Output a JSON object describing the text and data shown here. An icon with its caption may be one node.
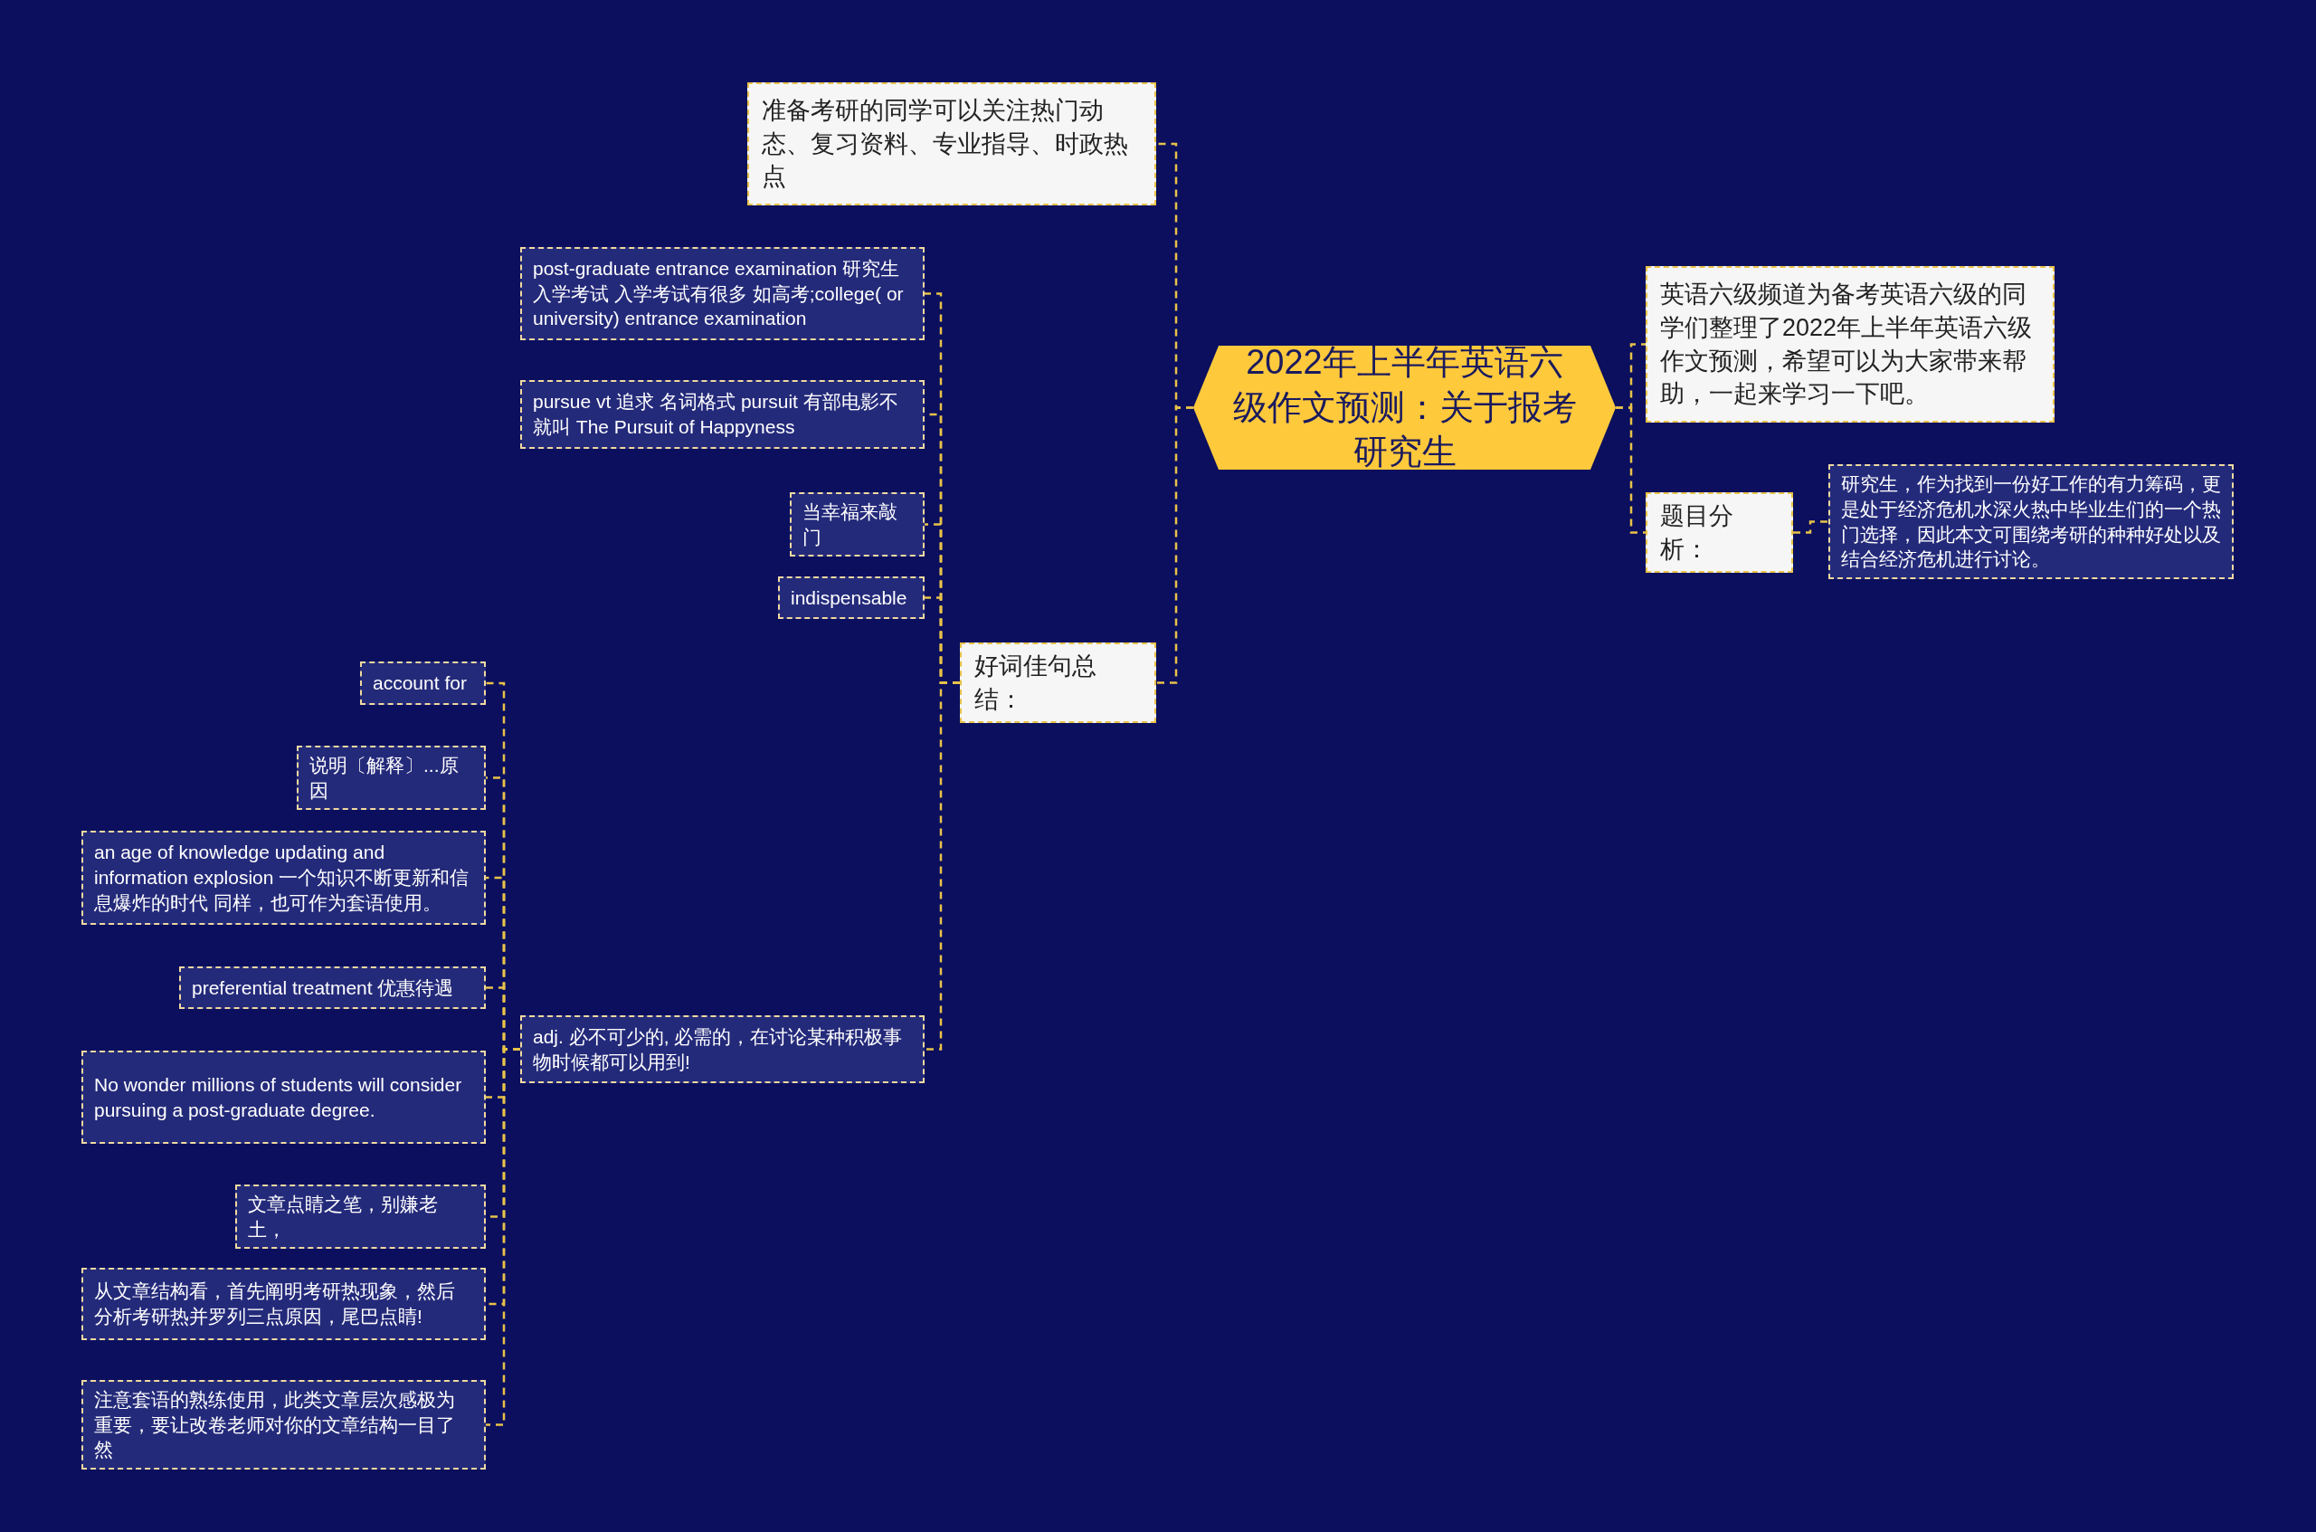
{
  "diagram": {
    "nodes": [
      {
        "text": [
          "2022年上半年英语六级作文预测：关于报考研究生"
        ]
      },
      {
        "text": [
          "准备考研的同学可以关注热门动态、复习资料、专业指导、时政热点"
        ]
      },
      {
        "text": [
          "好词佳句总结："
        ]
      },
      {
        "text": [
          "英语六级频道为备考英语六级的同学们整理了2022年上半年英语六级作文预测，希望可以为大家带来帮助，一起来学习一下吧。"
        ]
      },
      {
        "text": [
          "题目分析："
        ]
      },
      {
        "text": [
          "研究生，作为找到一份好工作的有力筹码，更是处于经济危机水深火热中毕业生们的一个热门选择，因此本文可围绕考研的种种好处以及结合经济危机进行讨论。"
        ]
      },
      {
        "text": [
          "post-graduate entrance examination 研究生入学考试 入学考试有很多 如高考;college( or university) entrance examination"
        ]
      },
      {
        "text": [
          "pursue vt 追求 名词格式 pursuit 有部电影不就叫 The Pursuit of Happyness"
        ]
      },
      {
        "text": [
          "当幸福来敲门"
        ]
      },
      {
        "text": [
          "indispensable"
        ]
      },
      {
        "text": [
          "adj. 必不可少的, 必需的，在讨论某种积极事物时候都可以用到!"
        ]
      },
      {
        "text": [
          "account for"
        ]
      },
      {
        "text": [
          "说明〔解释〕...原因"
        ]
      },
      {
        "text": [
          "an age of knowledge updating and information explosion 一个知识不断更新和信息爆炸的时代 同样，也可作为套语使用。"
        ]
      },
      {
        "text": [
          "preferential treatment 优惠待遇"
        ]
      },
      {
        "text": [
          "No wonder millions of students will consider pursuing a post-graduate degree."
        ]
      },
      {
        "text": [
          "文章点睛之笔，别嫌老土，"
        ]
      },
      {
        "text": [
          "从文章结构看，首先阐明考研热现象，然后分析考研热并罗列三点原因，尾巴点睛!"
        ]
      },
      {
        "text": [
          "注意套语的熟练使用，此类文章层次感极为重要，要让改卷老师对你的文章结构一目了然"
        ]
      }
    ],
    "edges": [
      {
        "from": 0,
        "to": 1,
        "arrow": "none"
      },
      {
        "from": 0,
        "to": 2,
        "arrow": "none"
      },
      {
        "from": 0,
        "to": 3,
        "arrow": "none"
      },
      {
        "from": 0,
        "to": 4,
        "arrow": "none"
      },
      {
        "from": 4,
        "to": 5,
        "arrow": "none"
      },
      {
        "from": 2,
        "to": 6,
        "arrow": "none"
      },
      {
        "from": 2,
        "to": 7,
        "arrow": "none"
      },
      {
        "from": 2,
        "to": 8,
        "arrow": "none"
      },
      {
        "from": 2,
        "to": 9,
        "arrow": "none"
      },
      {
        "from": 2,
        "to": 10,
        "arrow": "none"
      },
      {
        "from": 10,
        "to": 11,
        "arrow": "none"
      },
      {
        "from": 10,
        "to": 12,
        "arrow": "none"
      },
      {
        "from": 10,
        "to": 13,
        "arrow": "none"
      },
      {
        "from": 10,
        "to": 14,
        "arrow": "none"
      },
      {
        "from": 10,
        "to": 15,
        "arrow": "none"
      },
      {
        "from": 10,
        "to": 16,
        "arrow": "none"
      },
      {
        "from": 10,
        "to": 17,
        "arrow": "none"
      },
      {
        "from": 10,
        "to": 18,
        "arrow": "none"
      }
    ]
  }
}
